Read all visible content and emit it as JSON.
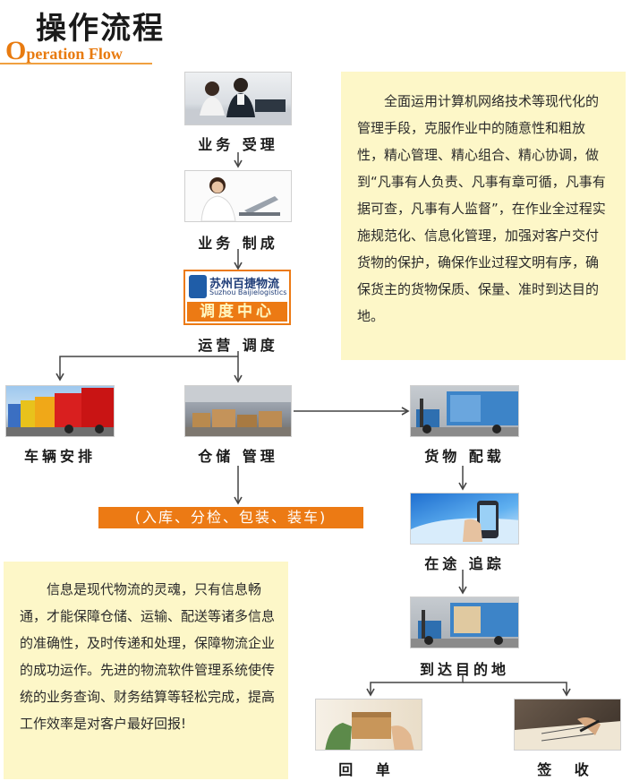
{
  "header": {
    "title_cn": "操作流程",
    "title_en_initial": "O",
    "title_en_rest": "peration Flow"
  },
  "panel_right": {
    "text": "全面运用计算机网络技术等现代化的管理手段，克服作业中的随意性和粗放性，精心管理、精心组合、精心协调，做到“凡事有人负责、凡事有章可循，凡事有据可查，凡事有人监督”，在作业全过程实施规范化、信息化管理，加强对客户交付货物的保护，确保作业过程文明有序，确保货主的货物保质、保量、准时到达目的地。"
  },
  "panel_left": {
    "text": "信息是现代物流的灵魂，只有信息畅通，才能保障仓储、运输、配送等诸多信息的准确性，及时传递和处理，保障物流企业的成功运作。先进的物流软件管理系统使传统的业务查询、财务结算等轻松完成，提高工作效率是对客户最好回报!"
  },
  "dispatch_logo": {
    "company_cn": "苏州百捷物流",
    "company_en": "Suzhou Baijielogistics",
    "center": "调度中心"
  },
  "steps": {
    "business_accept": "业务 受理",
    "business_make": "业务 制成",
    "operation_dispatch": "运营 调度",
    "vehicle_arrange": "车辆安排",
    "warehouse_manage": "仓储 管理",
    "cargo_load": "货物 配载",
    "in_transit_track": "在途 追踪",
    "arrive_destination": "到达目的地",
    "receipt": "回  单",
    "sign": "签  收"
  },
  "process_bar": "(入库、分检、包装、装车)",
  "colors": {
    "accent_orange": "#ec7a14",
    "panel_bg": "#fdf7c8",
    "line": "#444444"
  }
}
